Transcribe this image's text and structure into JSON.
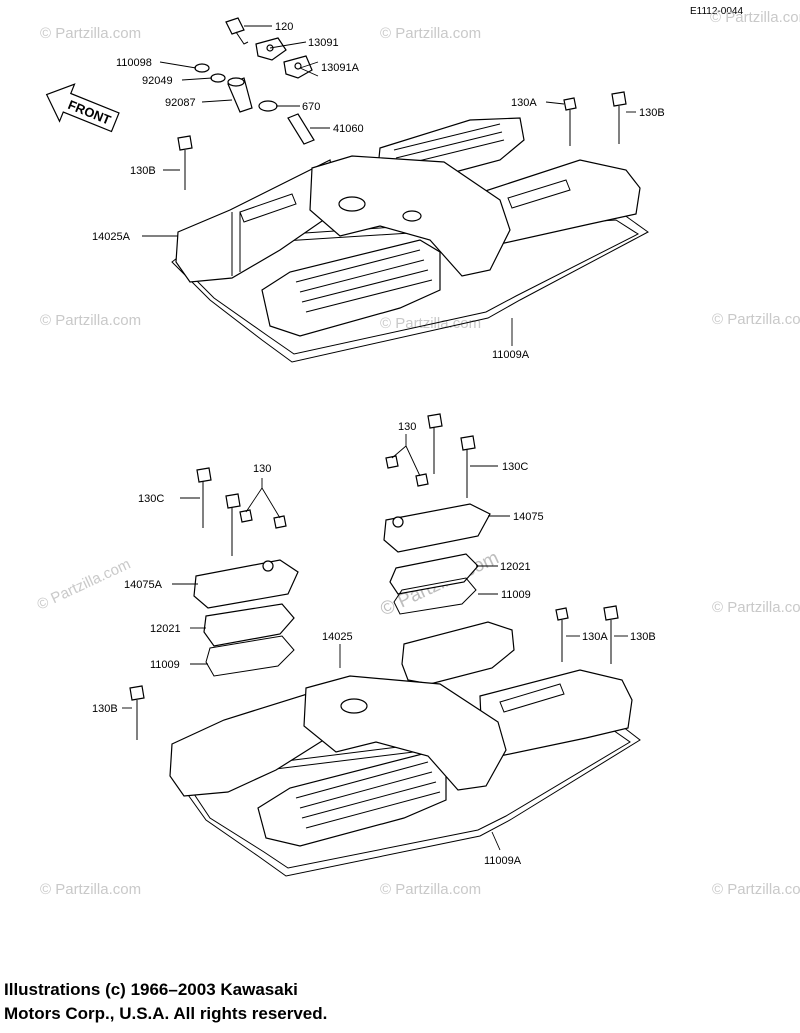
{
  "doc_id": "E1112-0044",
  "front_label": "FRONT",
  "copyright_line1": "Illustrations (c) 1966–2003 Kawasaki",
  "copyright_line2": "Motors Corp., U.S.A.  All rights reserved.",
  "watermark_text": "© Partzilla.com",
  "watermark_large": "© Partzilla.com",
  "labels": {
    "p120": "120",
    "p13091": "13091",
    "p13091a": "13091A",
    "p110098": "110098",
    "p92049": "92049",
    "p92087": "92087",
    "p670": "670",
    "p41060": "41060",
    "p130a_top": "130A",
    "p130b_top_r": "130B",
    "p130b_top_l": "130B",
    "p14025a": "14025A",
    "p11009a_top": "11009A",
    "p130_upper_r": "130",
    "p130c_r": "130C",
    "p14075": "14075",
    "p12021_r": "12021",
    "p11009_r": "11009",
    "p130c_l": "130C",
    "p130_l": "130",
    "p14075a": "14075A",
    "p12021_l": "12021",
    "p11009_l": "11009",
    "p14025": "14025",
    "p130a_bot": "130A",
    "p130b_bot_r": "130B",
    "p130b_bot_l": "130B",
    "p11009a_bot": "11009A"
  }
}
